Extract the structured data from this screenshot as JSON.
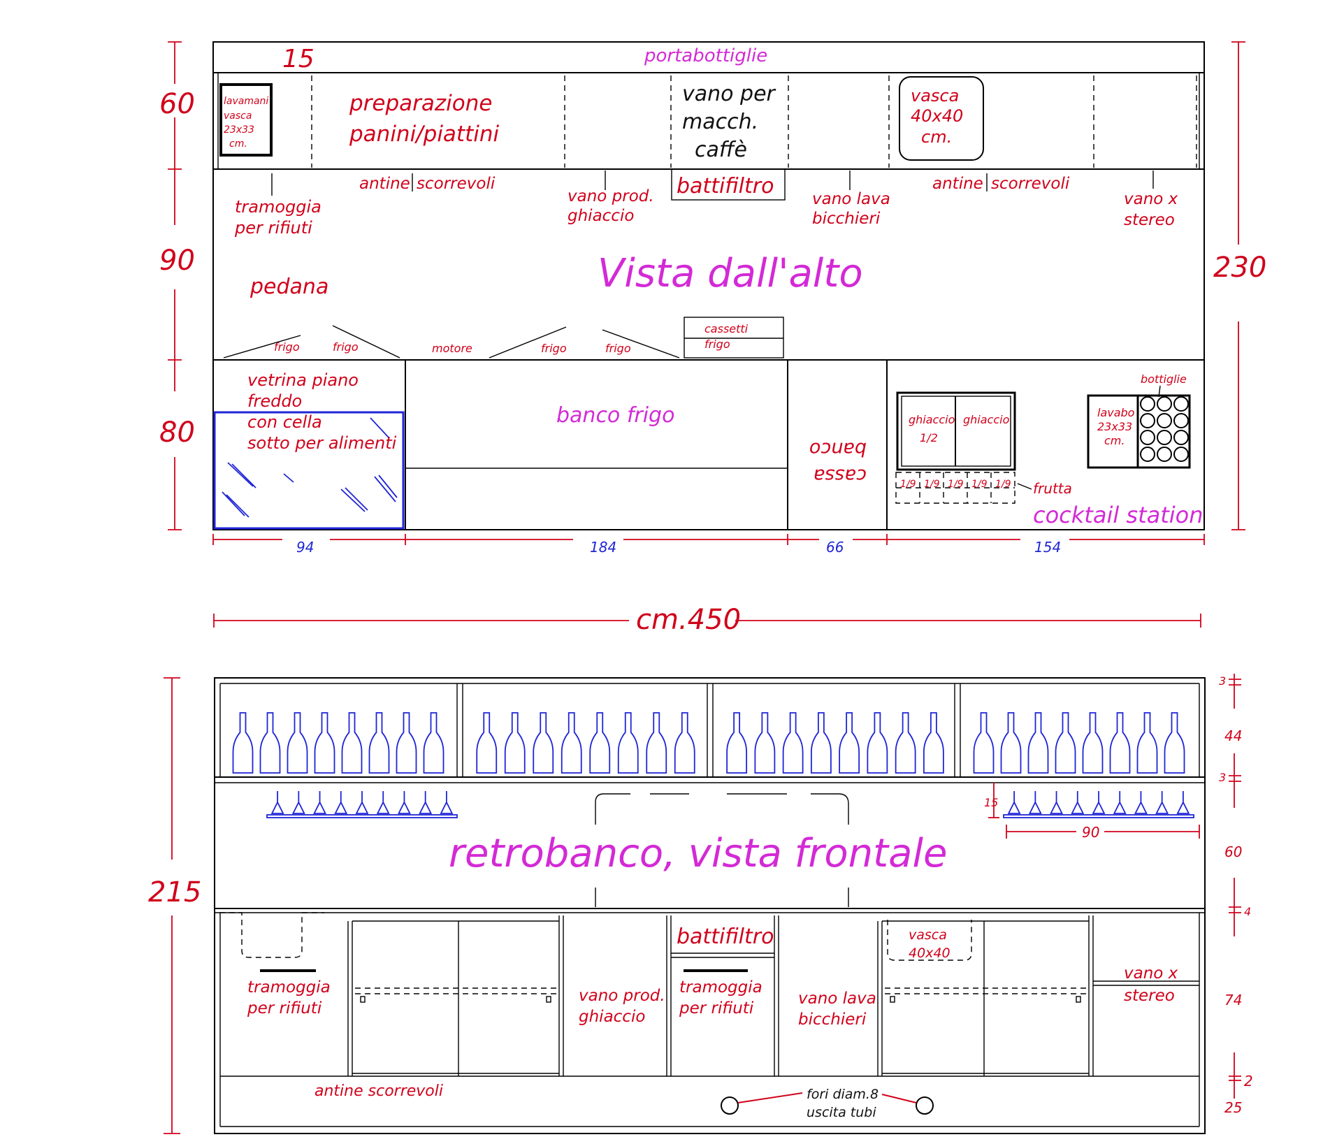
{
  "top_view": {
    "title": "Vista dall'alto",
    "portabottiglie": "portabottiglie",
    "dim_15": "15",
    "left_dims": [
      "60",
      "90",
      "80"
    ],
    "right_dim": "230",
    "lavamani": [
      "lavamani",
      "vasca",
      "23x33",
      "cm."
    ],
    "preparazione": [
      "preparazione",
      "panini/piattini"
    ],
    "vano_macch": [
      "vano per",
      "macch.",
      "caffè"
    ],
    "vasca_40": [
      "vasca",
      "40x40",
      "cm."
    ],
    "battifiltro": "battifiltro",
    "antine_1": "antine",
    "scorrevoli_1": "scorrevoli",
    "antine_2": "antine",
    "scorrevoli_2": "scorrevoli",
    "tramoggia": [
      "tramoggia",
      "per rifiuti"
    ],
    "vano_ghiaccio": [
      "vano prod.",
      "ghiaccio"
    ],
    "vano_lava": [
      "vano lava",
      "bicchieri"
    ],
    "vano_stereo": [
      "vano x",
      "stereo"
    ],
    "pedana": "pedana",
    "frigo_labels": [
      "frigo",
      "frigo",
      "frigo",
      "frigo"
    ],
    "motore": "motore",
    "cassetti": [
      "cassetti",
      "frigo"
    ],
    "vetrina": [
      "vetrina piano",
      "freddo",
      "con cella",
      "sotto per alimenti"
    ],
    "banco_frigo": "banco frigo",
    "cassa": [
      "cassa",
      "banco"
    ],
    "ghiaccio_half": [
      "ghiaccio",
      "1/2"
    ],
    "ghiaccio": "ghiaccio",
    "ninths": [
      "1/9",
      "1/9",
      "1/9",
      "1/9",
      "1/9"
    ],
    "frutta": "frutta",
    "bottiglie": "bottiglie",
    "lavabo": [
      "lavabo",
      "23x33",
      "cm."
    ],
    "cocktail_station": "cocktail station",
    "bottom_dims": [
      "94",
      "184",
      "66",
      "154"
    ]
  },
  "total_width": "cm.450",
  "front_view": {
    "title": "retrobanco, vista frontale",
    "left_dim": "215",
    "right_dims": [
      "3",
      "44",
      "3",
      "60",
      "4",
      "74",
      "2",
      "25"
    ],
    "dim_15": "15",
    "dim_90": "90",
    "battifiltro": "battifiltro",
    "tramoggia_1": [
      "tramoggia",
      "per rifiuti"
    ],
    "tramoggia_2": [
      "tramoggia",
      "per rifiuti"
    ],
    "vano_ghiaccio": [
      "vano prod.",
      "ghiaccio"
    ],
    "vano_lava": [
      "vano lava",
      "bicchieri"
    ],
    "vasca": [
      "vasca",
      "40x40"
    ],
    "vano_stereo": [
      "vano x",
      "stereo"
    ],
    "antine_scorrevoli": "antine scorrevoli",
    "fori": [
      "fori diam.8",
      "uscita tubi"
    ]
  },
  "colors": {
    "dimension_red": "#d0021b",
    "title_magenta": "#d32ad6",
    "glass_blue": "#1f25d6",
    "line_black": "#000000"
  }
}
